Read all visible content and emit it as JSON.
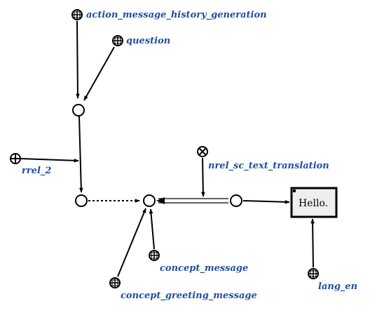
{
  "colors": {
    "label": "#1f4ea3",
    "line": "#000000",
    "box_fill": "#eeeeee"
  },
  "nodes": {
    "action_message_history_generation": {
      "label": "action_message_history_generation",
      "icon": "constant-node-icon"
    },
    "question": {
      "label": "question",
      "icon": "constant-node-icon"
    },
    "rrel_2": {
      "label": "rrel_2",
      "icon": "role-relation-icon"
    },
    "nrel_sc_text_translation": {
      "label": "nrel_sc_text_translation",
      "icon": "nonrole-relation-icon"
    },
    "concept_message": {
      "label": "concept_message",
      "icon": "constant-node-icon"
    },
    "concept_greeting_message": {
      "label": "concept_greeting_message",
      "icon": "constant-node-icon"
    },
    "lang_en": {
      "label": "lang_en",
      "icon": "constant-node-icon"
    },
    "link": {
      "text": "Hello."
    }
  }
}
